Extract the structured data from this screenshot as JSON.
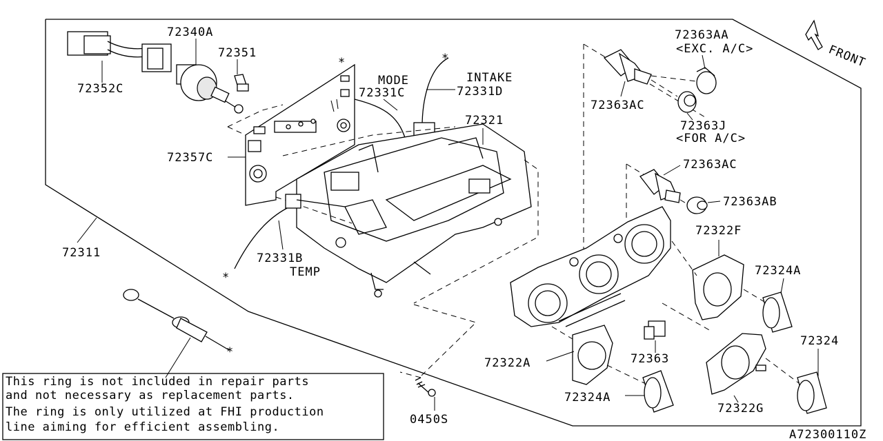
{
  "diagram": {
    "labels": {
      "p72352C": "72352C",
      "p72340A": "72340A",
      "p72351": "72351",
      "p72357C": "72357C",
      "mode": "MODE",
      "p72331C": "72331C",
      "intake": "INTAKE",
      "p72331D": "72331D",
      "p72321": "72321",
      "p72311": "72311",
      "p72331B": "72331B",
      "temp": "TEMP",
      "p72363AA": "72363AA",
      "exc_ac": "<EXC. A/C>",
      "p72363AC_top": "72363AC",
      "p72363J": "72363J",
      "for_ac": "<FOR A/C>",
      "p72363AC_mid": "72363AC",
      "p72363AB": "72363AB",
      "p72322F": "72322F",
      "p72324A_right": "72324A",
      "p72324": "72324",
      "p72363": "72363",
      "p72322A": "72322A",
      "p72324A_bottom": "72324A",
      "p72322G": "72322G",
      "p0450S": "0450S",
      "front": "FRONT",
      "asterisk": "*"
    },
    "note_lines": [
      "This ring is not included in repair parts",
      "and not necessary as replacement parts.",
      "The ring is only utilized at FHI production",
      "line aiming for efficient assembling."
    ],
    "diagram_code": "A72300110Z"
  }
}
